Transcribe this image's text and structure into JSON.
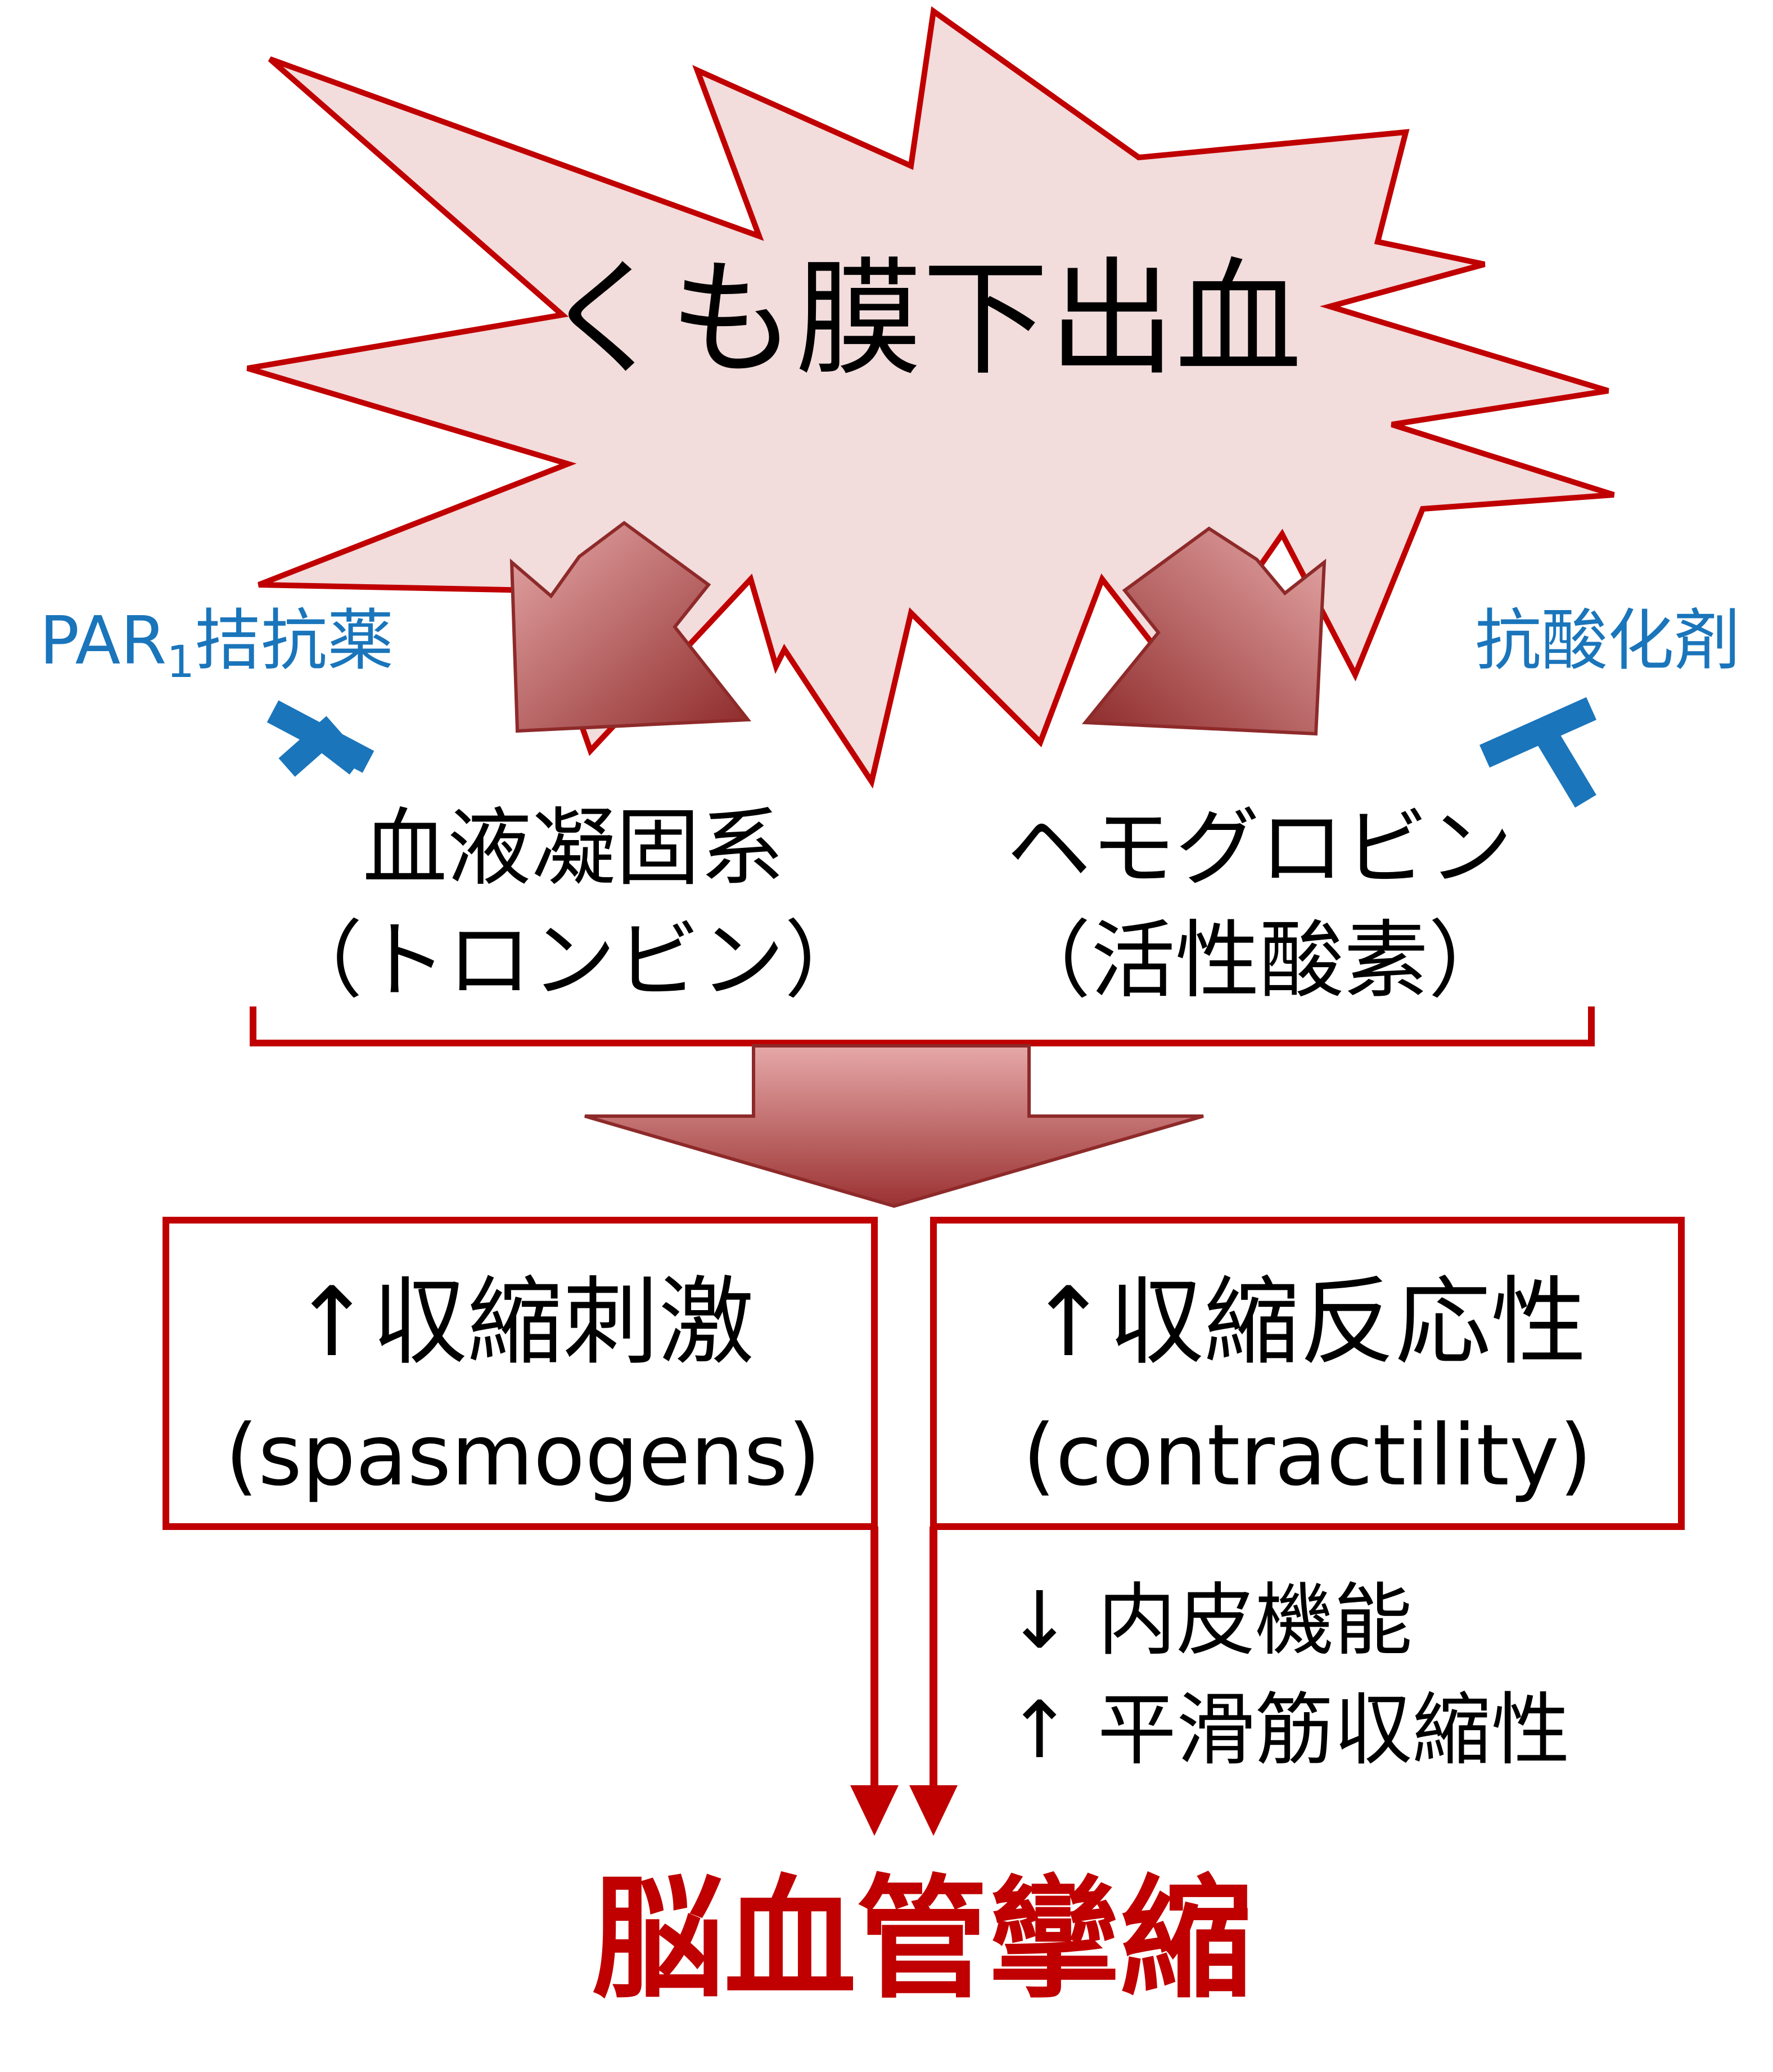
{
  "colors": {
    "red": "#c00000",
    "blue": "#1a75bb",
    "burst_fill": "#f2dcdc",
    "arrow_dark": "#9b3232",
    "arrow_light": "#e0a0a0",
    "text": "#000000"
  },
  "burst": {
    "label": "くも膜下出血"
  },
  "inhibitors": {
    "left": {
      "label_prefix": "PAR",
      "label_subscript": "1",
      "label_suffix": "拮抗薬"
    },
    "right": {
      "label": "抗酸化剤"
    }
  },
  "mediators": {
    "left": {
      "line1": "血液凝固系",
      "line2": "（トロンビン）"
    },
    "right": {
      "line1": "ヘモグロビン",
      "line2": "（活性酸素）"
    }
  },
  "boxes": {
    "left": {
      "line1": "↑収縮刺激",
      "line2": "(spasmogens)"
    },
    "right": {
      "line1": "↑収縮反応性",
      "line2": "(contractility)"
    }
  },
  "notes": [
    "↓ 内皮機能",
    "↑ 平滑筋収縮性"
  ],
  "outcome": {
    "label": "脳血管攣縮"
  }
}
